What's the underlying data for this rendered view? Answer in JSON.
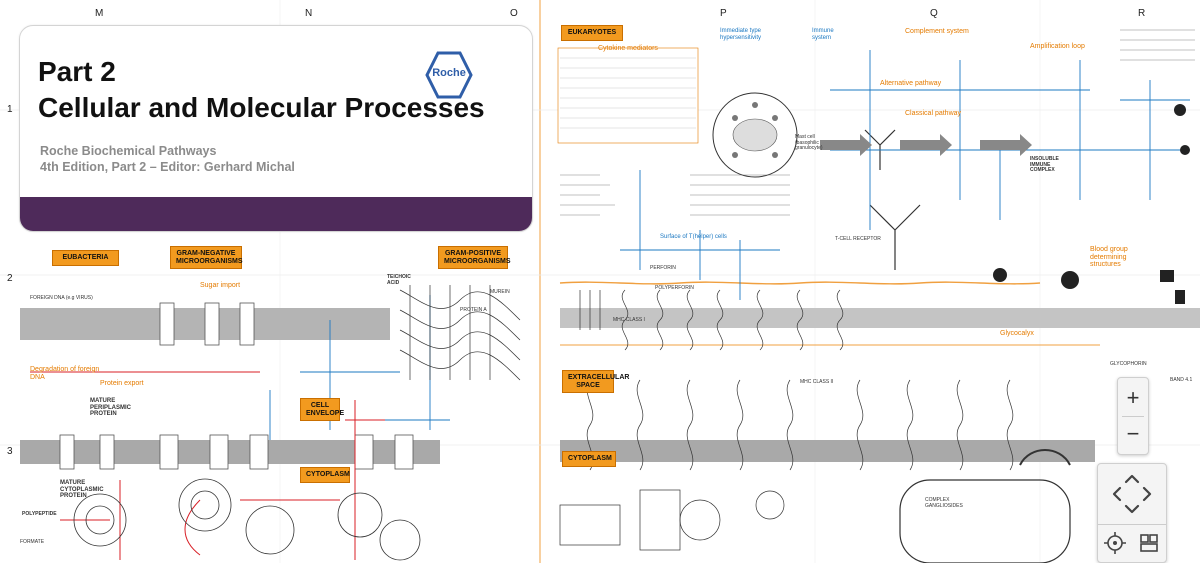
{
  "grid": {
    "columns": [
      "M",
      "N",
      "O",
      "P",
      "Q",
      "R"
    ],
    "rows": [
      "1",
      "2",
      "3"
    ]
  },
  "card": {
    "title_line1": "Part 2",
    "title_line2": "Cellular and Molecular Processes",
    "subtitle_line1": "Roche Biochemical Pathways",
    "subtitle_line2": "4th Edition, Part 2 –  Editor: Gerhard Michal",
    "logo_text": "Roche"
  },
  "labels": {
    "eubacteria": "EUBACTERIA",
    "gram_negative": "GRAM-NEGATIVE MICROORGANISMS",
    "gram_positive": "GRAM-POSITIVE MICROORGANISMS",
    "cell_envelope": "CELL ENVELOPE",
    "cytoplasm": "CYTOPLASM",
    "eukaryotes": "EUKARYOTES",
    "extracellular_space": "EXTRACELLULAR SPACE",
    "cytoplasm_right": "CYTOPLASM",
    "sugar_import": "Sugar import",
    "degradation": "Degradation of foreign DNA",
    "protein_export": "Protein export",
    "mature_periplasmic": "MATURE PERIPLASMIC PROTEIN",
    "mature_cytoplasmic": "MATURE CYTOPLASMIC PROTEIN",
    "polypeptide": "POLYPEPTIDE",
    "formate": "FORMATE",
    "foreign_dna": "FOREIGN DNA (e.g VIRUS)",
    "teichoic_acid": "TEICHOIC ACID",
    "protein_a": "PROTEIN A",
    "murein": "MUREIN",
    "complement_system": "Complement system",
    "alternative_pathway": "Alternative pathway",
    "classical_pathway": "Classical pathway",
    "amplification_loop": "Amplification loop",
    "insoluble_complex": "INSOLUBLE IMMUNE COMPLEX",
    "surface_tcells": "Surface of T(helper) cells",
    "perforin": "PERFORIN",
    "polyperforin": "POLYPERFORIN",
    "tcell_receptor": "T-CELL RECEPTOR",
    "mhc_class_1": "MHC CLASS I",
    "mhc_class_2": "MHC CLASS II",
    "blood_group": "Blood group determining structures",
    "glycophorin": "GLYCOPHORIN",
    "band4": "BAND 4.1",
    "cytokine_mediators": "Cytokine mediators",
    "immediate_hypersensitivity": "Immediate type hypersensitivity",
    "immune_system": "Immune system",
    "mast_cell": "Mast cell (basophilic granulocyte)",
    "complex_ganglio": "COMPLEX GANGLIOSIDES",
    "glycocalyx": "Glycocalyx"
  },
  "controls": {
    "zoom_in": "+",
    "zoom_out": "−"
  },
  "colors": {
    "brand_purple": "#4e2a5a",
    "orange_box": "#f29a1f",
    "membrane_gray": "#a8a8a8",
    "pathway_blue": "#1b78c2",
    "pathway_red": "#d81f26",
    "label_orange": "#e47b00"
  },
  "icons": {
    "zoom_in": "plus-icon",
    "zoom_out": "minus-icon",
    "pan": "pan-arrows-icon",
    "locate": "crosshair-icon",
    "layout": "grid-layout-icon"
  }
}
